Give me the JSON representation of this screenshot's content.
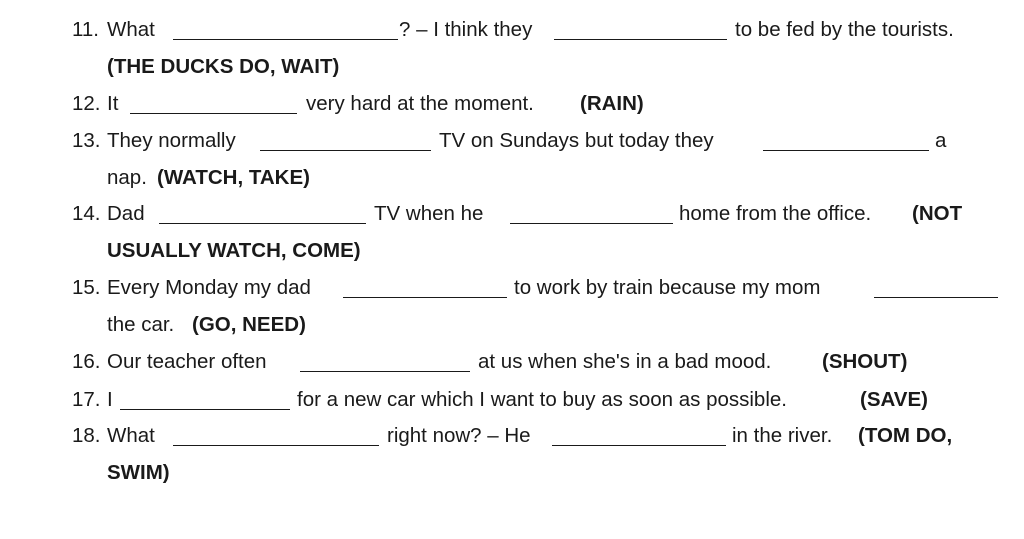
{
  "items": [
    {
      "number": "11.",
      "parts": [
        "What",
        "? – I think they",
        "to be fed by the tourists."
      ],
      "hint": "(THE DUCKS DO, WAIT)"
    },
    {
      "number": "12.",
      "parts": [
        "It",
        "very hard at the moment."
      ],
      "hint": "(RAIN)"
    },
    {
      "number": "13.",
      "parts": [
        "They normally",
        "TV on Sundays but today they",
        "a",
        "nap."
      ],
      "hint": "(WATCH, TAKE)"
    },
    {
      "number": "14.",
      "parts": [
        "Dad",
        "TV when he",
        "home from the office."
      ],
      "hint_line1": "(NOT",
      "hint_line2": "USUALLY WATCH, COME)"
    },
    {
      "number": "15.",
      "parts": [
        "Every Monday my dad",
        "to work by train because my mom",
        "the car."
      ],
      "hint": "(GO, NEED)"
    },
    {
      "number": "16.",
      "parts": [
        "Our teacher often",
        "at us when she's in a bad mood."
      ],
      "hint": "(SHOUT)"
    },
    {
      "number": "17.",
      "parts": [
        "I",
        "for a new car which I want to buy as soon as possible."
      ],
      "hint": "(SAVE)"
    },
    {
      "number": "18.",
      "parts": [
        "What",
        "right now? – He",
        "in the river."
      ],
      "hint_line1": "(TOM DO,",
      "hint_line2": "SWIM)"
    }
  ]
}
